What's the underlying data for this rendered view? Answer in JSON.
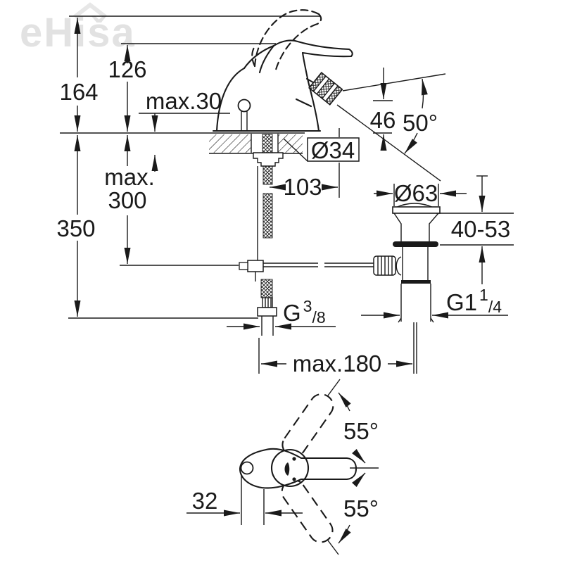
{
  "watermark": {
    "text": "eHiša"
  },
  "colors": {
    "background": "#ffffff",
    "line": "#1a1a1a",
    "watermark": "#cfcfcf"
  },
  "main_view": {
    "dimensions": {
      "total_height": "164",
      "handle_height": "126",
      "deck_thickness": "max.30",
      "spout_outlet_height": "46",
      "spout_angle": "50°",
      "hole_diameter": "Ø34",
      "spout_reach": "103",
      "waste_flange_diameter": "Ø63",
      "waste_height_range": "40-53",
      "rod_length_line1": "max.",
      "rod_length_line2": "300",
      "hose_height": "350",
      "hose_reach": "max.180",
      "supply_thread": {
        "prefix": "G",
        "sup": "3",
        "sub": "/8"
      },
      "waste_thread": {
        "prefix": "G1",
        "sup": "1",
        "sub": "/4"
      }
    }
  },
  "top_view": {
    "dimensions": {
      "handle_swing_up": "55°",
      "handle_swing_down": "55°",
      "rod_offset": "32"
    }
  }
}
